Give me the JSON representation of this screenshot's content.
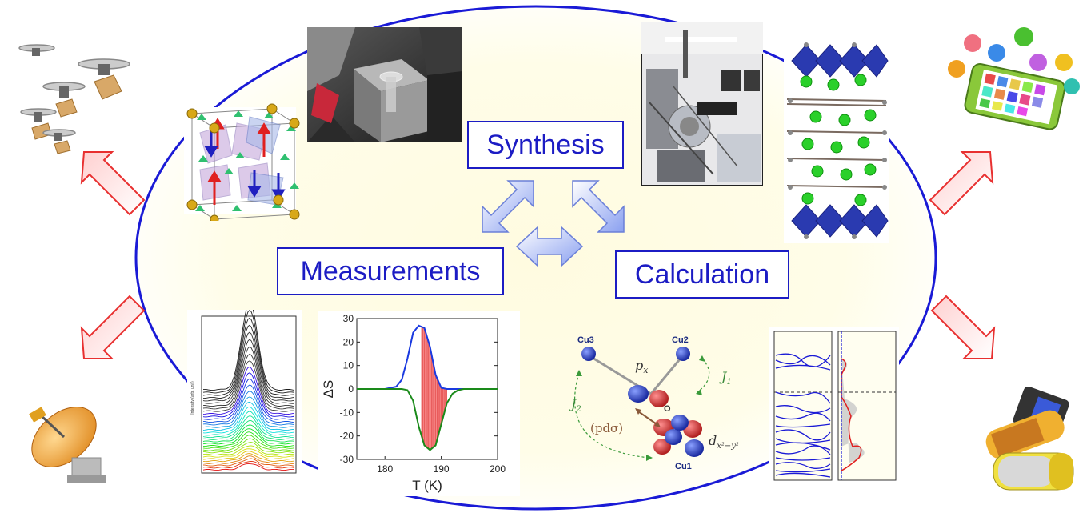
{
  "labels": {
    "synthesis": "Synthesis",
    "measurements": "Measurements",
    "calculation": "Calculation"
  },
  "orbital_diagram": {
    "atoms": [
      "Cu3",
      "Cu2",
      "O",
      "Cu1"
    ],
    "px_label": "p",
    "px_sub": "x",
    "j1": "J",
    "j1_sub": "1",
    "j2": "J",
    "j2_sub": "2",
    "pds_label": "(pdσ)",
    "d_label": "d",
    "d_sub": "x²−y²"
  },
  "colors": {
    "ellipse_stroke": "#1a1ad6",
    "label_blue": "#1c1cc4",
    "red_arrow": "#e83030",
    "fill_red": "#f47070"
  },
  "icons": [
    "drone-delivery-icon",
    "satellite-dish-icon",
    "smartphone-apps-icon",
    "batteries-icon",
    "lab-equipment-photo",
    "crystal-structure-icon",
    "layered-structure-icon",
    "anvil-cell-photo"
  ],
  "chart_data": [
    {
      "type": "line",
      "title": "",
      "xlabel": "T (K)",
      "ylabel": "ΔS",
      "xlim": [
        175,
        200
      ],
      "ylim": [
        -30,
        30
      ],
      "xticks": [
        180,
        190,
        200
      ],
      "yticks": [
        -30,
        -20,
        -10,
        0,
        10,
        20,
        30
      ],
      "series": [
        {
          "color": "#1a3ae0",
          "x": [
            175,
            180,
            182,
            183,
            184,
            185,
            186,
            187,
            188,
            189,
            190,
            191,
            192,
            194,
            196,
            200
          ],
          "y": [
            0,
            0,
            1,
            4,
            13,
            24,
            27,
            26,
            18,
            6,
            0.5,
            0,
            0,
            0,
            0,
            0
          ]
        },
        {
          "color": "#1a8a1a",
          "x": [
            175,
            180,
            182,
            183,
            184,
            185,
            186,
            187,
            188,
            189,
            190,
            191,
            192,
            193,
            194,
            196,
            200
          ],
          "y": [
            0,
            0,
            0,
            0,
            -0.5,
            -5,
            -16,
            -24,
            -26,
            -24,
            -15,
            -6,
            -2,
            -0.5,
            0,
            0,
            0
          ]
        }
      ]
    },
    {
      "type": "line",
      "title": "",
      "xlabel": "",
      "ylabel": "Intensity (arb. unit)",
      "ylabel_note": "stacked spectra, rainbow colored"
    },
    {
      "type": "line",
      "title": "",
      "xlabel": "",
      "ylabel": "",
      "note": "band structure and density of states"
    }
  ]
}
